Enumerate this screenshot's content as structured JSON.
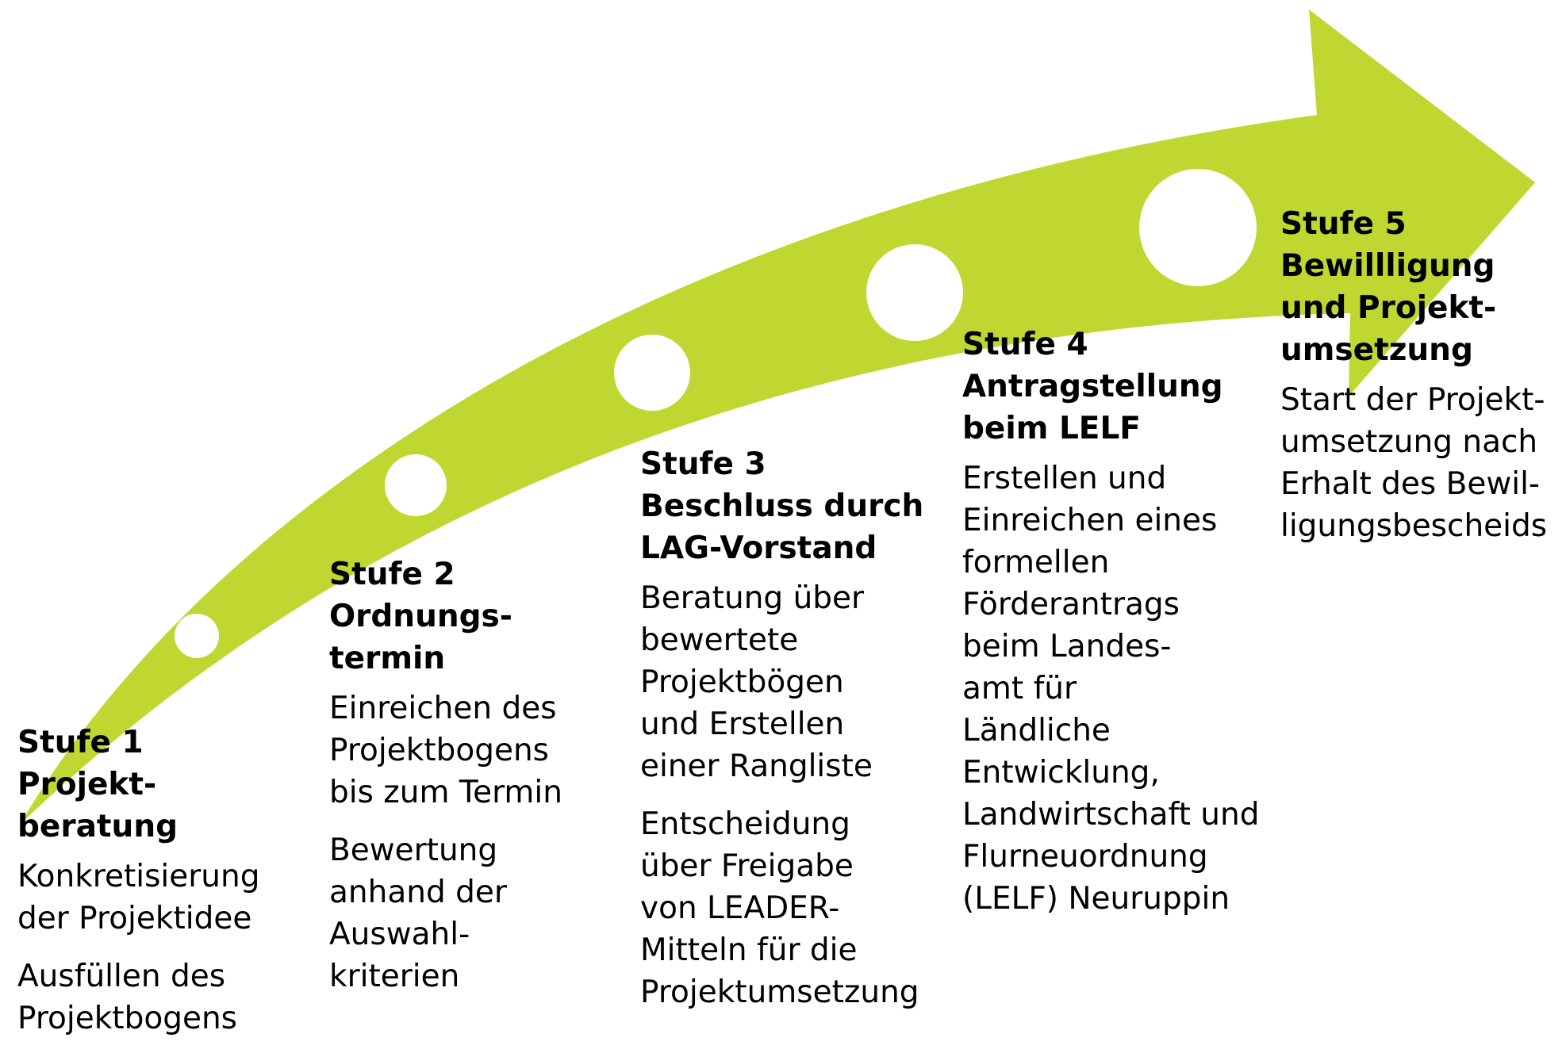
{
  "colors": {
    "arrow": "#bfd730",
    "circle": "#ffffff",
    "text": "#000000"
  },
  "stages": [
    {
      "title_lines": [
        "Stufe 1",
        "Projekt-",
        "beratung"
      ],
      "paragraphs": [
        [
          "Konkretisierung",
          "der Projektidee"
        ],
        [
          "Ausfüllen des",
          "Projektbogens"
        ]
      ]
    },
    {
      "title_lines": [
        "Stufe 2",
        "Ordnungs-",
        "termin"
      ],
      "paragraphs": [
        [
          "Einreichen des",
          "Projektbogens",
          "bis zum Termin"
        ],
        [
          "Bewertung",
          "anhand der",
          "Auswahl-",
          "kriterien"
        ]
      ]
    },
    {
      "title_lines": [
        "Stufe 3",
        "Beschluss durch",
        "LAG-Vorstand"
      ],
      "paragraphs": [
        [
          "Beratung über",
          "bewertete",
          "Projektbögen",
          "und Erstellen",
          "einer Rangliste"
        ],
        [
          "Entscheidung",
          "über Freigabe",
          "von LEADER-",
          "Mitteln für die",
          "Projektumsetzung"
        ]
      ]
    },
    {
      "title_lines": [
        "Stufe 4",
        "Antragstellung",
        "beim LELF"
      ],
      "paragraphs": [
        [
          "Erstellen und",
          "Einreichen eines",
          "formellen",
          "Förderantrags",
          "beim Landes-",
          "amt für",
          "Ländliche",
          "Entwicklung,",
          "Landwirtschaft und",
          "Flurneuordnung",
          "(LELF) Neuruppin"
        ]
      ]
    },
    {
      "title_lines": [
        "Stufe 5",
        "Bewillligung",
        "und Projekt-",
        "umsetzung"
      ],
      "paragraphs": [
        [
          "Start der Projekt-",
          "umsetzung nach",
          "Erhalt des Bewil-",
          "ligungsbescheids"
        ]
      ]
    }
  ]
}
